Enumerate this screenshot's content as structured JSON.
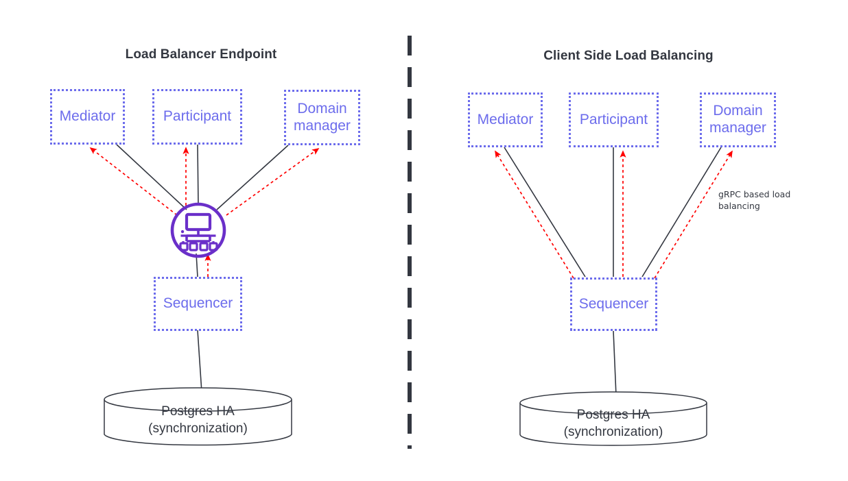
{
  "diagram": {
    "background": "#ffffff",
    "colors": {
      "node_stroke": "#6C6CEC",
      "node_text": "#6C6CEC",
      "title_text": "#333740",
      "solid_edge": "#333740",
      "dashed_edge": "#FF0000",
      "lb_icon": "#6A2FC9",
      "cylinder_stroke": "#333740",
      "divider": "#333740"
    },
    "divider": {
      "name": "vertical-dashed-divider"
    }
  },
  "panels": [
    {
      "id": "left",
      "title": "Load Balancer Endpoint",
      "nodes": [
        {
          "id": "mediator",
          "label": "Mediator"
        },
        {
          "id": "participant",
          "label": "Participant"
        },
        {
          "id": "domain_manager",
          "label": "Domain manager"
        },
        {
          "id": "sequencer",
          "label": "Sequencer"
        }
      ],
      "load_balancer_icon": "load-balancer-icon",
      "datastore": {
        "line1": "Postgres HA",
        "line2": "(synchronization)"
      },
      "annotations": []
    },
    {
      "id": "right",
      "title": "Client Side Load Balancing",
      "nodes": [
        {
          "id": "mediator",
          "label": "Mediator"
        },
        {
          "id": "participant",
          "label": "Participant"
        },
        {
          "id": "domain_manager",
          "label": "Domain manager"
        },
        {
          "id": "sequencer",
          "label": "Sequencer"
        }
      ],
      "load_balancer_icon": null,
      "datastore": {
        "line1": "Postgres HA",
        "line2": "(synchronization)"
      },
      "annotations": [
        {
          "id": "grpc_note",
          "line1": "gRPC based load",
          "line2": "balancing"
        }
      ]
    }
  ]
}
